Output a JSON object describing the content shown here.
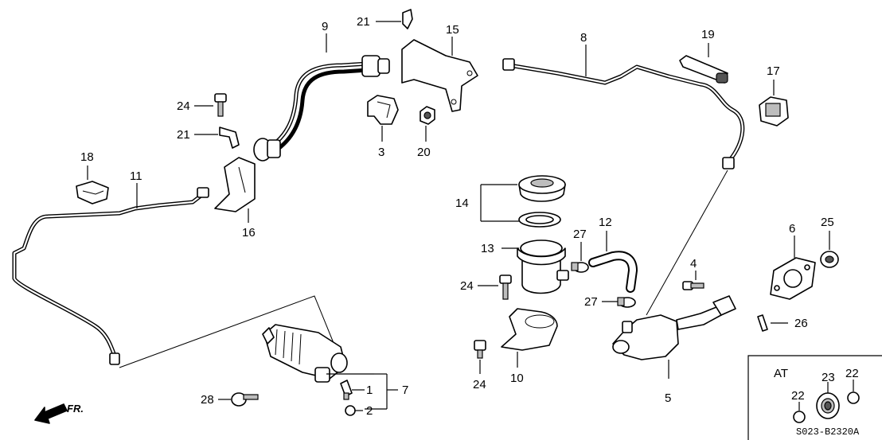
{
  "callouts": {
    "c1": "1",
    "c2": "2",
    "c3": "3",
    "c4": "4",
    "c5": "5",
    "c6": "6",
    "c7": "7",
    "c8": "8",
    "c9": "9",
    "c10": "10",
    "c11": "11",
    "c12": "12",
    "c13": "13",
    "c14": "14",
    "c15": "15",
    "c16": "16",
    "c17": "17",
    "c18": "18",
    "c19": "19",
    "c20": "20",
    "c21a": "21",
    "c21b": "21",
    "c22a": "22",
    "c22b": "22",
    "c23": "23",
    "c24a": "24",
    "c24b": "24",
    "c24c": "24",
    "c25": "25",
    "c26": "26",
    "c27a": "27",
    "c27b": "27",
    "c28": "28"
  },
  "inset": {
    "title": "AT"
  },
  "direction": {
    "label": "FR."
  },
  "diagram_code": "S023-B2320A"
}
